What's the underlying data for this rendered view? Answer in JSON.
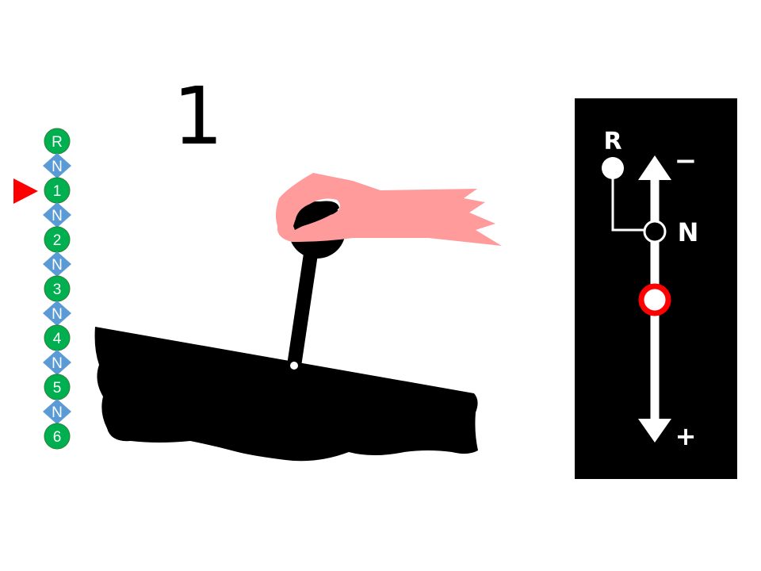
{
  "current_gear_display": "1",
  "gear_ladder": {
    "items": [
      {
        "label": "R",
        "type": "gear"
      },
      {
        "label": "N",
        "type": "neutral"
      },
      {
        "label": "1",
        "type": "gear"
      },
      {
        "label": "N",
        "type": "neutral"
      },
      {
        "label": "2",
        "type": "gear"
      },
      {
        "label": "N",
        "type": "neutral"
      },
      {
        "label": "3",
        "type": "gear"
      },
      {
        "label": "N",
        "type": "neutral"
      },
      {
        "label": "4",
        "type": "gear"
      },
      {
        "label": "N",
        "type": "neutral"
      },
      {
        "label": "5",
        "type": "gear"
      },
      {
        "label": "N",
        "type": "neutral"
      },
      {
        "label": "6",
        "type": "gear"
      }
    ],
    "selected_index": 2
  },
  "shift_pattern": {
    "reverse_label": "R",
    "neutral_label": "N",
    "minus_label": "−",
    "plus_label": "+"
  },
  "colors": {
    "gear": "#00b050",
    "neutral": "#5b9bd5",
    "pointer": "#ff0000",
    "hand": "#ff9b9b",
    "panel": "#000000",
    "current_ring": "#ff0000"
  }
}
